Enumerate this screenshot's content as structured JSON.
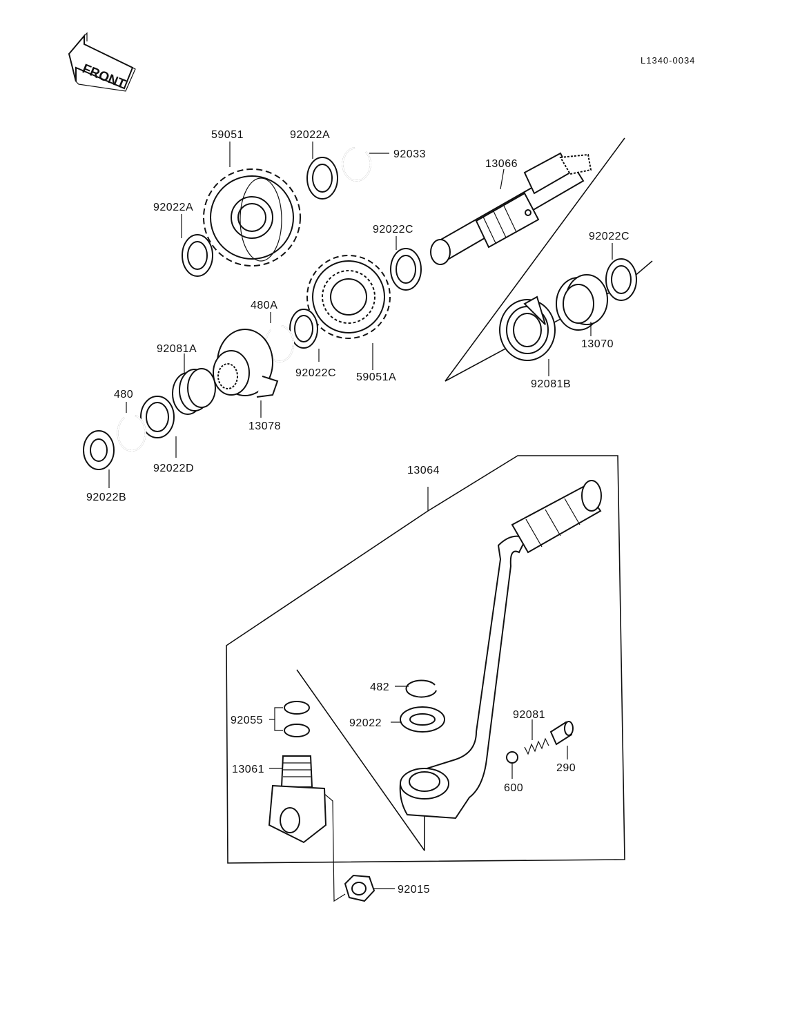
{
  "diagram": {
    "reference_code": "L1340-0034",
    "direction_marker": "FRONT"
  },
  "labels": {
    "p59051": "59051",
    "p92022A_top": "92022A",
    "p92033": "92033",
    "p13066": "13066",
    "p92022A_left": "92022A",
    "p92022C_mid": "92022C",
    "p92022C_right": "92022C",
    "p480A": "480A",
    "p92081A": "92081A",
    "p92022C_low": "92022C",
    "p59051A": "59051A",
    "p13070": "13070",
    "p92081B": "92081B",
    "p480": "480",
    "p13078": "13078",
    "p92022D": "92022D",
    "p92022B": "92022B",
    "p13064": "13064",
    "p482": "482",
    "p92055": "92055",
    "p92022": "92022",
    "p92081": "92081",
    "p13061": "13061",
    "p290": "290",
    "p600": "600",
    "p92015": "92015"
  },
  "colors": {
    "ink": "#111111",
    "paper": "#ffffff"
  }
}
